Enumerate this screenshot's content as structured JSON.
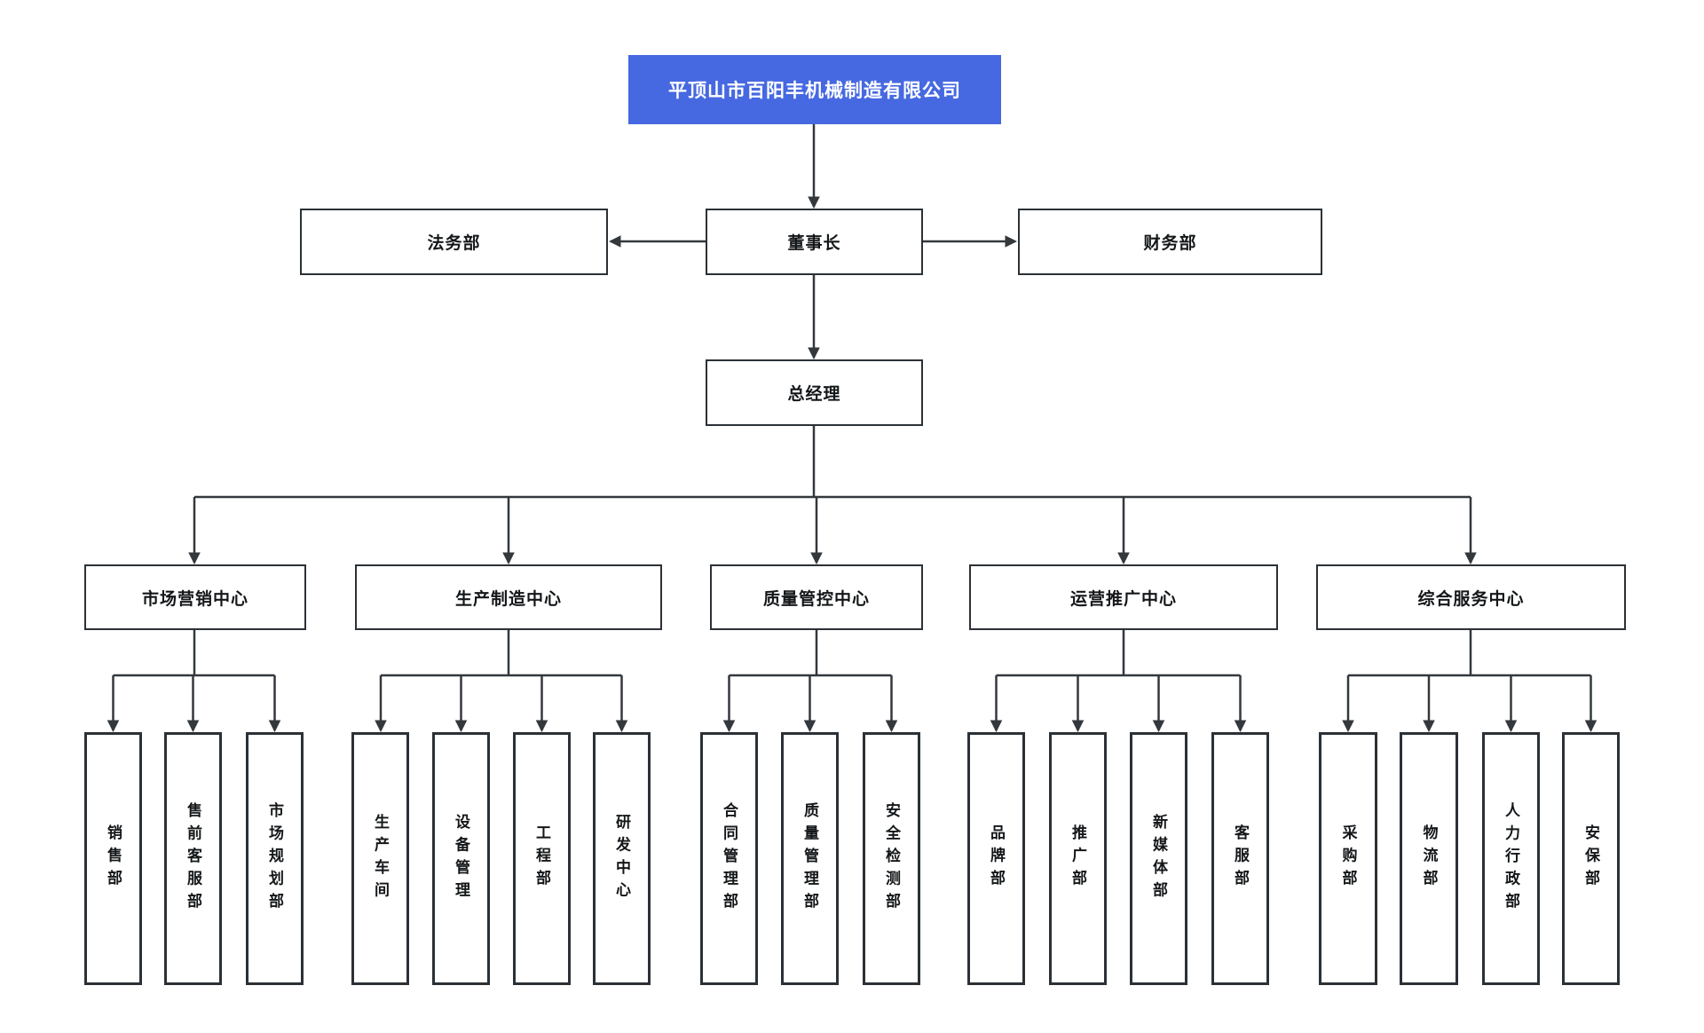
{
  "company": {
    "name": "平顶山市百阳丰机械制造有限公司"
  },
  "colors": {
    "root_bg": "#4668E1",
    "root_text": "#ffffff",
    "line": "#33383d",
    "box_border": "#2b3136",
    "box_text": "#141719",
    "canvas_bg": "#ffffff"
  },
  "board": {
    "chairman": "董事长",
    "legal": "法务部",
    "finance": "财务部",
    "general_manager": "总经理"
  },
  "centers": [
    {
      "label": "市场营销中心",
      "departments": [
        "销售部",
        "售前客服部",
        "市场规划部"
      ]
    },
    {
      "label": "生产制造中心",
      "departments": [
        "生产车间",
        "设备管理",
        "工程部",
        "研发中心"
      ]
    },
    {
      "label": "质量管控中心",
      "departments": [
        "合同管理部",
        "质量管理部",
        "安全检测部"
      ]
    },
    {
      "label": "运营推广中心",
      "departments": [
        "品牌部",
        "推广部",
        "新媒体部",
        "客服部"
      ]
    },
    {
      "label": "综合服务中心",
      "departments": [
        "采购部",
        "物流部",
        "人力行政部",
        "安保部"
      ]
    }
  ]
}
